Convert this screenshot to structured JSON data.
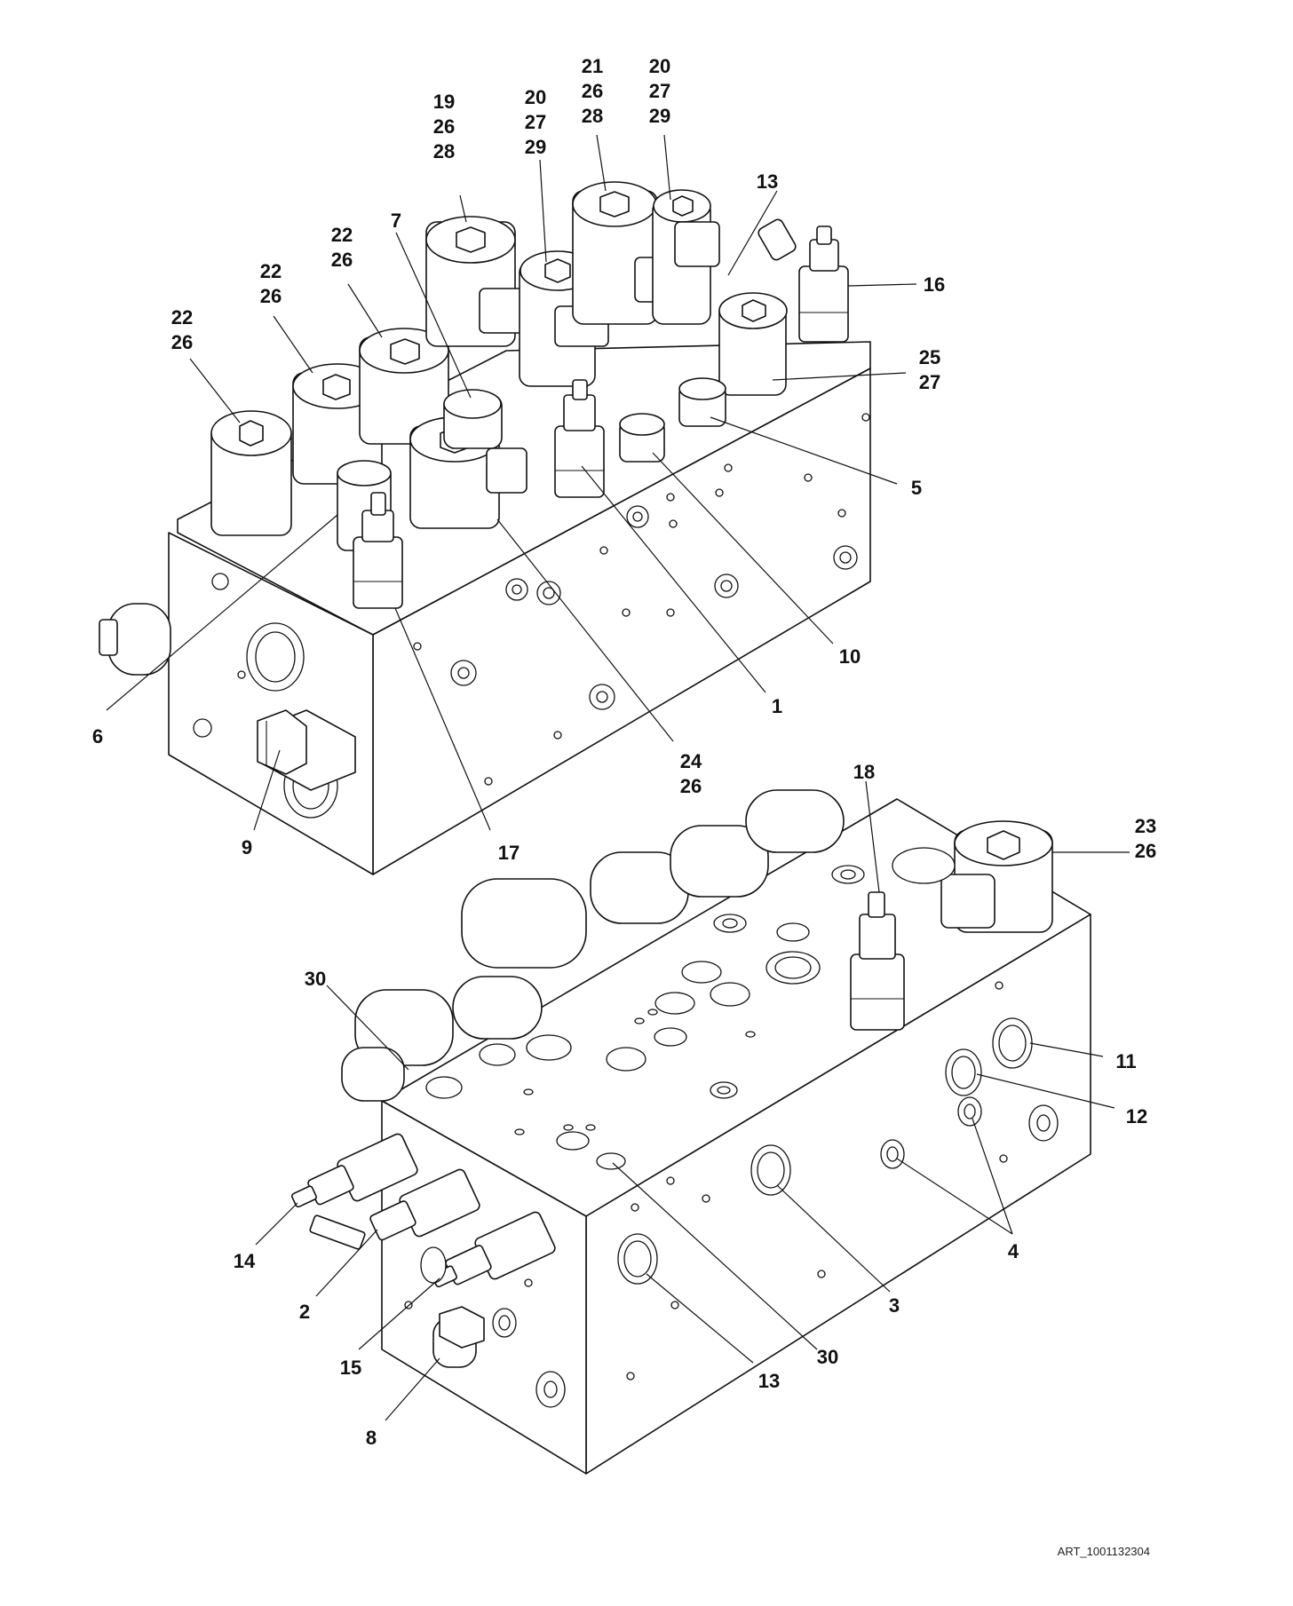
{
  "diagram": {
    "art_id": "ART_1001132304",
    "upper_assembly_callouts": [
      {
        "id": "c22a",
        "lines": [
          "22",
          "26"
        ]
      },
      {
        "id": "c22b",
        "lines": [
          "22",
          "26"
        ]
      },
      {
        "id": "c22c",
        "lines": [
          "22",
          "26"
        ]
      },
      {
        "id": "c7",
        "lines": [
          "7"
        ]
      },
      {
        "id": "c19",
        "lines": [
          "19",
          "26",
          "28"
        ]
      },
      {
        "id": "c20a",
        "lines": [
          "20",
          "27",
          "29"
        ]
      },
      {
        "id": "c21",
        "lines": [
          "21",
          "26",
          "28"
        ]
      },
      {
        "id": "c20b",
        "lines": [
          "20",
          "27",
          "29"
        ]
      },
      {
        "id": "c13a",
        "lines": [
          "13"
        ]
      },
      {
        "id": "c16",
        "lines": [
          "16"
        ]
      },
      {
        "id": "c25",
        "lines": [
          "25",
          "27"
        ]
      },
      {
        "id": "c5",
        "lines": [
          "5"
        ]
      },
      {
        "id": "c10",
        "lines": [
          "10"
        ]
      },
      {
        "id": "c1",
        "lines": [
          "1"
        ]
      },
      {
        "id": "c24",
        "lines": [
          "24",
          "26"
        ]
      },
      {
        "id": "c17",
        "lines": [
          "17"
        ]
      },
      {
        "id": "c9",
        "lines": [
          "9"
        ]
      },
      {
        "id": "c6",
        "lines": [
          "6"
        ]
      }
    ],
    "lower_assembly_callouts": [
      {
        "id": "c18",
        "lines": [
          "18"
        ]
      },
      {
        "id": "c23",
        "lines": [
          "23",
          "26"
        ]
      },
      {
        "id": "c30a",
        "lines": [
          "30"
        ]
      },
      {
        "id": "c11",
        "lines": [
          "11"
        ]
      },
      {
        "id": "c12",
        "lines": [
          "12"
        ]
      },
      {
        "id": "c4",
        "lines": [
          "4"
        ]
      },
      {
        "id": "c3",
        "lines": [
          "3"
        ]
      },
      {
        "id": "c30b",
        "lines": [
          "30"
        ]
      },
      {
        "id": "c13b",
        "lines": [
          "13"
        ]
      },
      {
        "id": "c14",
        "lines": [
          "14"
        ]
      },
      {
        "id": "c2",
        "lines": [
          "2"
        ]
      },
      {
        "id": "c15",
        "lines": [
          "15"
        ]
      },
      {
        "id": "c8",
        "lines": [
          "8"
        ]
      }
    ]
  }
}
